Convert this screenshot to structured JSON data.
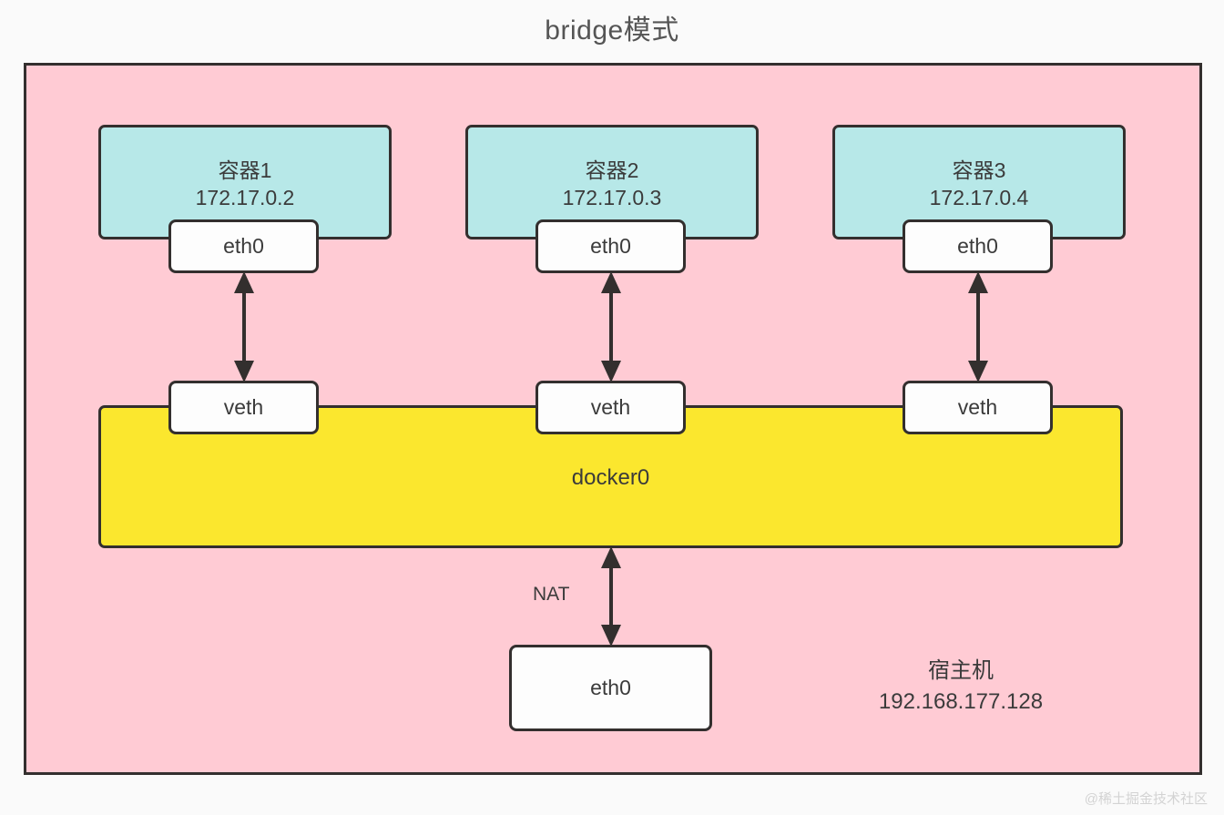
{
  "title": "bridge模式",
  "colors": {
    "page_background": "#fafafa",
    "host_fill": "#ffcbd4",
    "container_fill": "#b7e8e8",
    "bridge_fill": "#fbe72e",
    "node_fill": "#fdfdfd",
    "stroke": "#332f2e",
    "text": "#3b3b3b",
    "title_text": "#555555",
    "watermark_text": "#d3d3d3"
  },
  "containers": [
    {
      "name": "容器1",
      "ip": "172.17.0.2",
      "interface": "eth0",
      "veth": "veth"
    },
    {
      "name": "容器2",
      "ip": "172.17.0.3",
      "interface": "eth0",
      "veth": "veth"
    },
    {
      "name": "容器3",
      "ip": "172.17.0.4",
      "interface": "eth0",
      "veth": "veth"
    }
  ],
  "bridge": {
    "label": "docker0"
  },
  "nat": {
    "label": "NAT"
  },
  "host": {
    "name": "宿主机",
    "ip": "192.168.177.128",
    "interface": "eth0"
  },
  "watermark": "@稀土掘金技术社区"
}
